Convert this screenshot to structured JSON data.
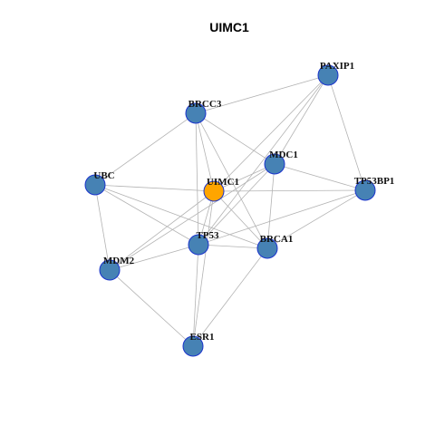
{
  "title": "UIMC1",
  "graph": {
    "nodes": [
      {
        "id": "PAXIP1",
        "label": "PAXIP1",
        "color": "#4682b4",
        "stroke": "#1a33cc"
      },
      {
        "id": "BRCC3",
        "label": "BRCC3",
        "color": "#4682b4",
        "stroke": "#1a33cc"
      },
      {
        "id": "MDC1",
        "label": "MDC1",
        "color": "#4682b4",
        "stroke": "#1a33cc"
      },
      {
        "id": "UBC",
        "label": "UBC",
        "color": "#4682b4",
        "stroke": "#1a33cc"
      },
      {
        "id": "UIMC1",
        "label": "UIMC1",
        "color": "#ffa500",
        "stroke": "#1a33cc"
      },
      {
        "id": "TP53BP1",
        "label": "TP53BP1",
        "color": "#4682b4",
        "stroke": "#1a33cc"
      },
      {
        "id": "TP53",
        "label": "TP53",
        "color": "#4682b4",
        "stroke": "#1a33cc"
      },
      {
        "id": "BRCA1",
        "label": "BRCA1",
        "color": "#4682b4",
        "stroke": "#1a33cc"
      },
      {
        "id": "MDM2",
        "label": "MDM2",
        "color": "#4682b4",
        "stroke": "#1a33cc"
      },
      {
        "id": "ESR1",
        "label": "ESR1",
        "color": "#4682b4",
        "stroke": "#1a33cc"
      }
    ],
    "edges": [
      [
        "BRCC3",
        "PAXIP1"
      ],
      [
        "BRCC3",
        "UBC"
      ],
      [
        "BRCC3",
        "UIMC1"
      ],
      [
        "BRCC3",
        "MDC1"
      ],
      [
        "BRCC3",
        "BRCA1"
      ],
      [
        "BRCC3",
        "TP53"
      ],
      [
        "PAXIP1",
        "UIMC1"
      ],
      [
        "PAXIP1",
        "MDC1"
      ],
      [
        "PAXIP1",
        "TP53BP1"
      ],
      [
        "PAXIP1",
        "TP53"
      ],
      [
        "UBC",
        "UIMC1"
      ],
      [
        "UBC",
        "MDM2"
      ],
      [
        "UBC",
        "TP53"
      ],
      [
        "UBC",
        "BRCA1"
      ],
      [
        "UIMC1",
        "MDC1"
      ],
      [
        "UIMC1",
        "TP53BP1"
      ],
      [
        "UIMC1",
        "TP53"
      ],
      [
        "UIMC1",
        "BRCA1"
      ],
      [
        "UIMC1",
        "MDM2"
      ],
      [
        "UIMC1",
        "ESR1"
      ],
      [
        "MDC1",
        "TP53BP1"
      ],
      [
        "MDC1",
        "BRCA1"
      ],
      [
        "MDC1",
        "TP53"
      ],
      [
        "MDC1",
        "MDM2"
      ],
      [
        "TP53BP1",
        "BRCA1"
      ],
      [
        "TP53BP1",
        "TP53"
      ],
      [
        "TP53",
        "BRCA1"
      ],
      [
        "TP53",
        "MDM2"
      ],
      [
        "TP53",
        "ESR1"
      ],
      [
        "BRCA1",
        "ESR1"
      ],
      [
        "MDM2",
        "ESR1"
      ]
    ]
  }
}
